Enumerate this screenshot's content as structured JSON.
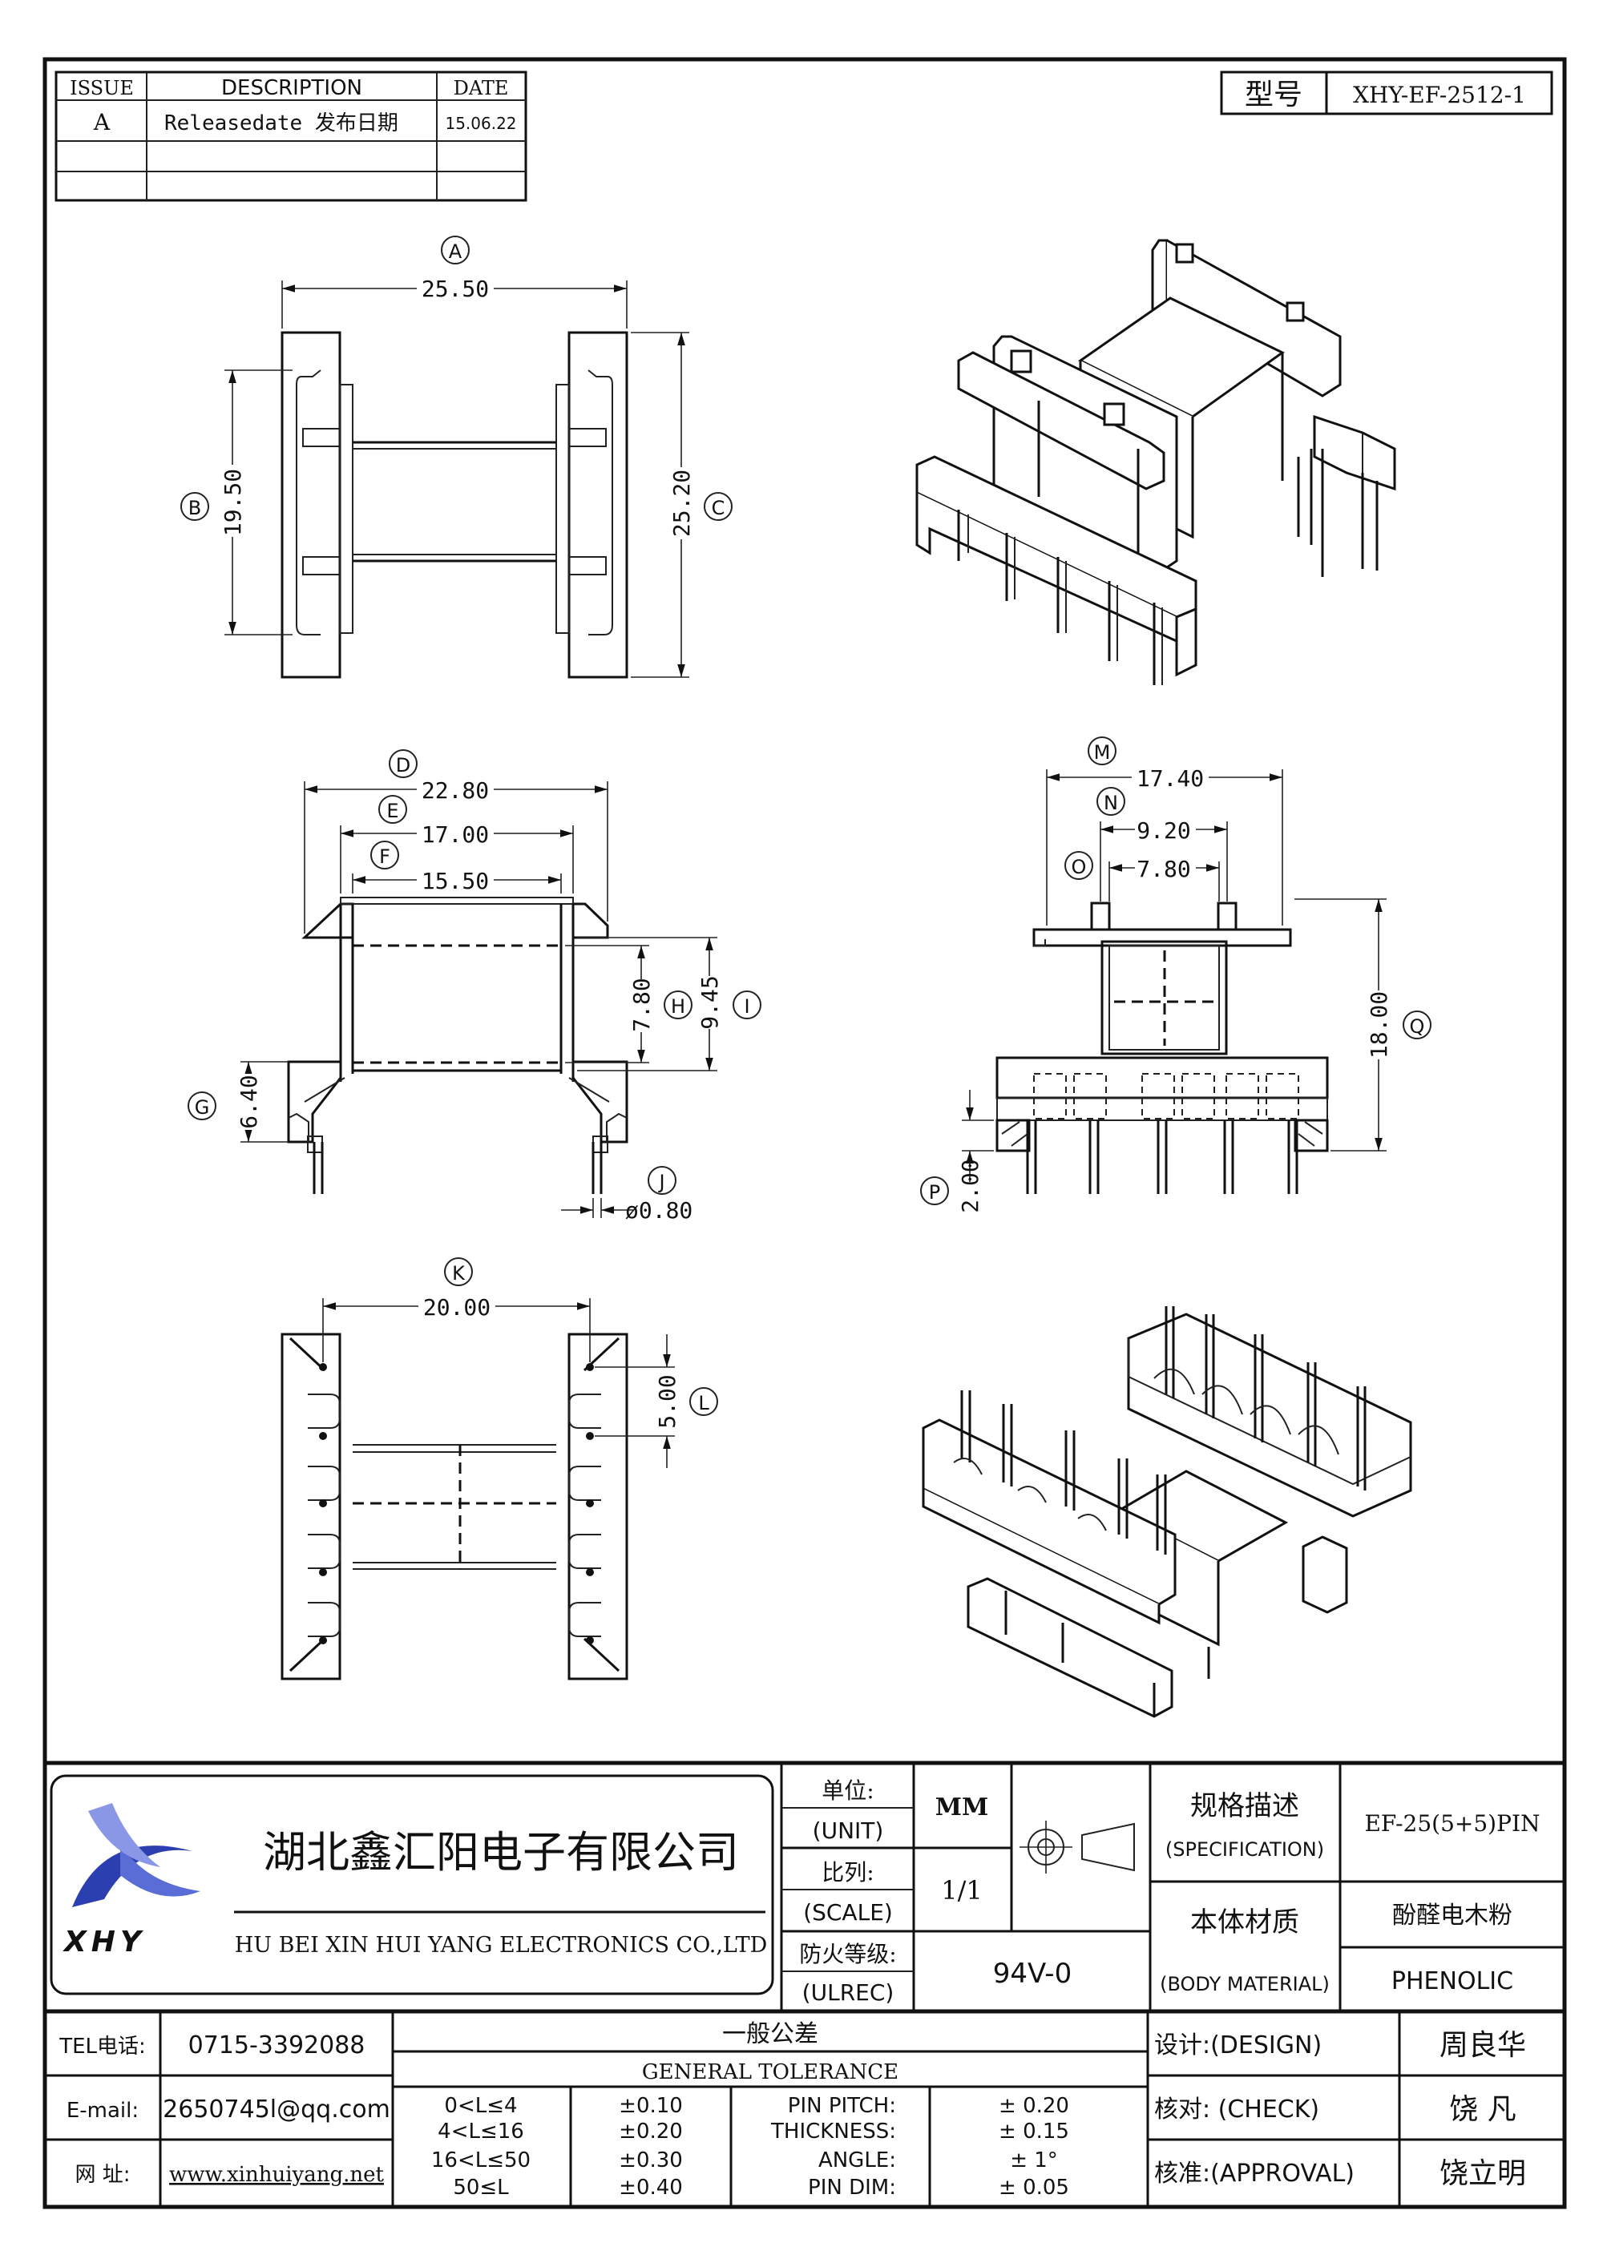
{
  "revision_table": {
    "headers": {
      "issue": "ISSUE",
      "description": "DESCRIPTION",
      "date": "DATE"
    },
    "rows": [
      {
        "issue": "A",
        "description": "Releasedate 发布日期",
        "date": "15.06.22"
      }
    ]
  },
  "model": {
    "label": "型号",
    "value": "XHY-EF-2512-1"
  },
  "dimensions": {
    "A": "25.50",
    "B": "19.50",
    "C": "25.20",
    "D": "22.80",
    "E": "17.00",
    "F": "15.50",
    "G": "6.40",
    "H": "7.80",
    "I": "9.45",
    "J": "ø0.80",
    "K": "20.00",
    "L": "5.00",
    "M": "17.40",
    "N": "9.20",
    "O": "7.80",
    "P": "2.00",
    "Q": "18.00"
  },
  "title_block": {
    "company_cn": "湖北鑫汇阳电子有限公司",
    "company_en": "HU BEI XIN HUI YANG ELECTRONICS CO.,LTD",
    "logo_text": "XHY",
    "unit_cn": "单位:",
    "unit_en": "(UNIT)",
    "unit_value": "MM",
    "scale_cn": "比列:",
    "scale_en": "(SCALE)",
    "scale_value": "1/1",
    "fire_cn": "防火等级:",
    "fire_en": "(ULREC)",
    "fire_value": "94V-0",
    "spec_cn": "规格描述",
    "spec_en": "(SPECIFICATION)",
    "spec_value": "EF-25(5+5)PIN",
    "material_cn": "本体材质",
    "material_en": "(BODY MATERIAL)",
    "material_value_cn": "酚醛电木粉",
    "material_value_en": "PHENOLIC",
    "tel_label": "TEL电话:",
    "tel": "0715-3392088",
    "email_label": "E-mail:",
    "email": "2650745l@qq.com",
    "web_label": "网   址:",
    "web": "www.xinhuiyang.net",
    "tolerance_cn": "一般公差",
    "tolerance_en": "GENERAL TOLERANCE",
    "tolerances": [
      {
        "range": "0<L≤4",
        "value": "±0.10"
      },
      {
        "range": "4<L≤16",
        "value": "±0.20"
      },
      {
        "range": "16<L≤50",
        "value": "±0.30"
      },
      {
        "range": "50≤L",
        "value": "±0.40"
      }
    ],
    "pin_specs": [
      {
        "label": "PIN PITCH:",
        "value": "± 0.20"
      },
      {
        "label": "THICKNESS:",
        "value": "± 0.15"
      },
      {
        "label": "ANGLE:",
        "value": "± 1°"
      },
      {
        "label": "PIN DIM:",
        "value": "± 0.05"
      }
    ],
    "design_label": "设计:(DESIGN)",
    "design_name": "周良华",
    "check_label": "核对: (CHECK)",
    "check_name": "饶  凡",
    "approval_label": "核准:(APPROVAL)",
    "approval_name": "饶立明"
  }
}
